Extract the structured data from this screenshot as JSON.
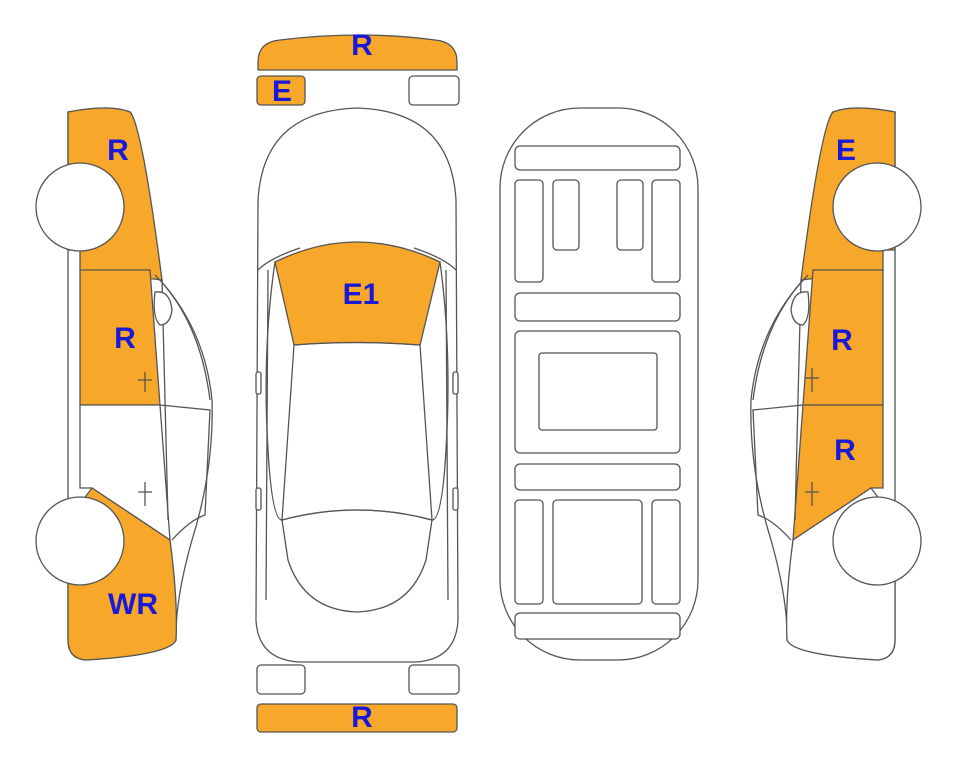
{
  "colors": {
    "damage_fill": "#f7a72a",
    "outline": "#555555",
    "label_text": "#1a1ad6",
    "background": "#ffffff"
  },
  "views": {
    "front_bumper_label": "R",
    "front_left_lamp_label": "E",
    "rear_bumper_label": "R",
    "hood_label": "E1",
    "left_side": {
      "front_fender_label": "R",
      "front_door_label": "R",
      "rear_quarter_label": "WR"
    },
    "right_side": {
      "front_fender_label": "E",
      "front_door_label": "R",
      "rear_door_label": "R"
    }
  }
}
